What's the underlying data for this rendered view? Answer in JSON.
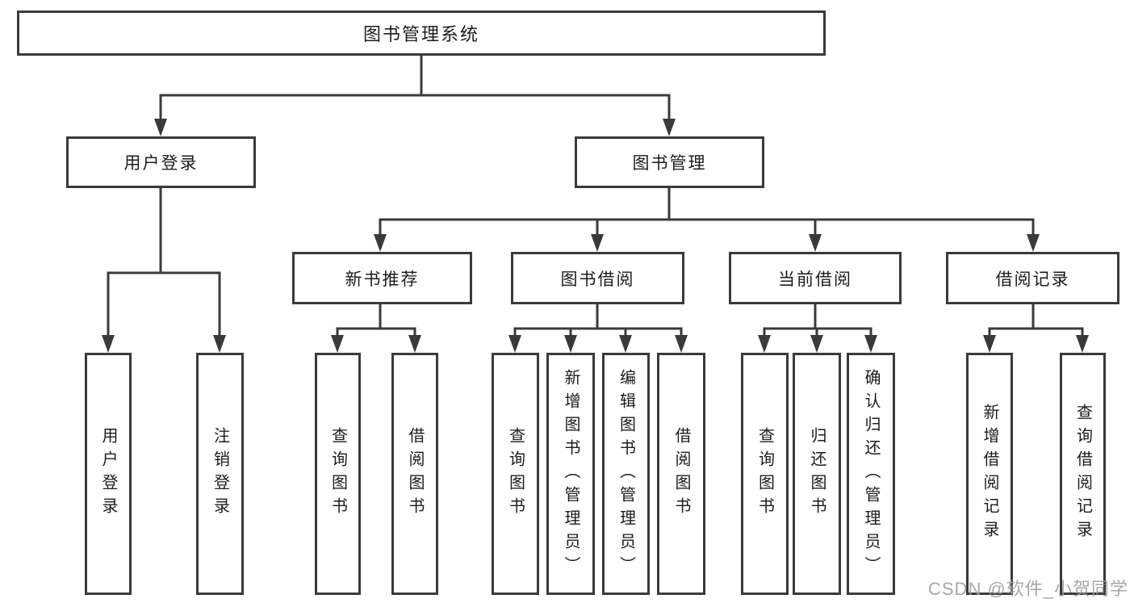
{
  "colors": {
    "line": "#3a3a3a",
    "box_border": "#3a3a3a",
    "text": "#1c1c1c",
    "watermark": "#9e9e9e",
    "background": "#ffffff"
  },
  "watermark": "CSDN @软件_小贺同学",
  "tree": {
    "label": "图书管理系统",
    "children": [
      {
        "label": "用户登录",
        "children": [
          {
            "label": "用户登录"
          },
          {
            "label": "注销登录"
          }
        ]
      },
      {
        "label": "图书管理",
        "children": [
          {
            "label": "新书推荐",
            "children": [
              {
                "label": "查询图书"
              },
              {
                "label": "借阅图书"
              }
            ]
          },
          {
            "label": "图书借阅",
            "children": [
              {
                "label": "查询图书"
              },
              {
                "label": "新增图书（管理员）"
              },
              {
                "label": "编辑图书（管理员）"
              },
              {
                "label": "借阅图书"
              }
            ]
          },
          {
            "label": "当前借阅",
            "children": [
              {
                "label": "查询图书"
              },
              {
                "label": "归还图书"
              },
              {
                "label": "确认归还（管理员）"
              }
            ]
          },
          {
            "label": "借阅记录",
            "children": [
              {
                "label": "新增借阅记录"
              },
              {
                "label": "查询借阅记录"
              }
            ]
          }
        ]
      }
    ]
  }
}
